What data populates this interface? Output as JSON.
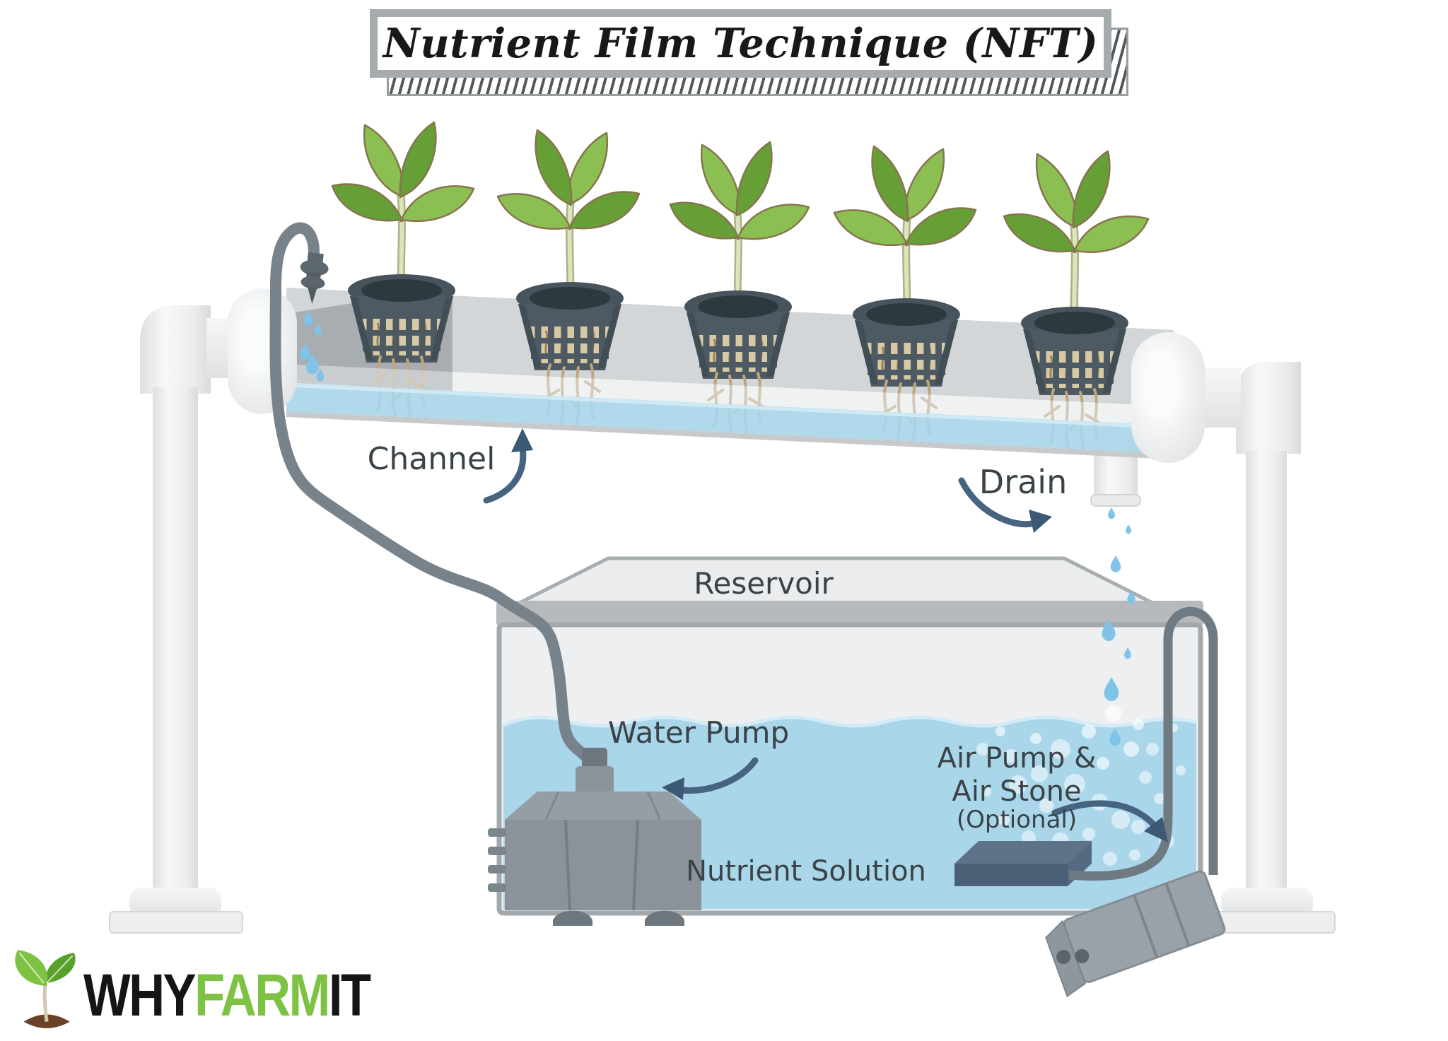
{
  "title": "Nutrient Film Technique (NFT)",
  "labels": {
    "channel": "Channel",
    "drain": "Drain",
    "reservoir": "Reservoir",
    "water_pump": "Water Pump",
    "nutrient_solution": "Nutrient Solution",
    "air_pump_line1": "Air Pump &",
    "air_pump_line2": "Air Stone",
    "air_pump_line3": "(Optional)"
  },
  "logo": {
    "part1": "WHY",
    "part2": "FARM",
    "part3": "IT"
  },
  "diagram": {
    "type": "illustration",
    "system": "Nutrient Film Technique hydroponic system",
    "plant_count": 5,
    "components": [
      "Channel",
      "Drain",
      "Reservoir",
      "Water Pump",
      "Nutrient Solution",
      "Air Pump & Air Stone (Optional)"
    ]
  },
  "colors": {
    "water": "#aad6ea",
    "channel_surface": "#d3d6d8",
    "pot": "#4d5a63",
    "roots": "#d8c9a5",
    "leaf_light": "#8cbf52",
    "leaf_dark": "#679f37",
    "pipe_white": "#f2f3f4",
    "hose_gray": "#78828b",
    "arrow": "#46637f",
    "label_text": "#3a4348",
    "logo_green": "#7dc242",
    "soil_brown": "#6b4226",
    "title_text": "#17181a"
  }
}
